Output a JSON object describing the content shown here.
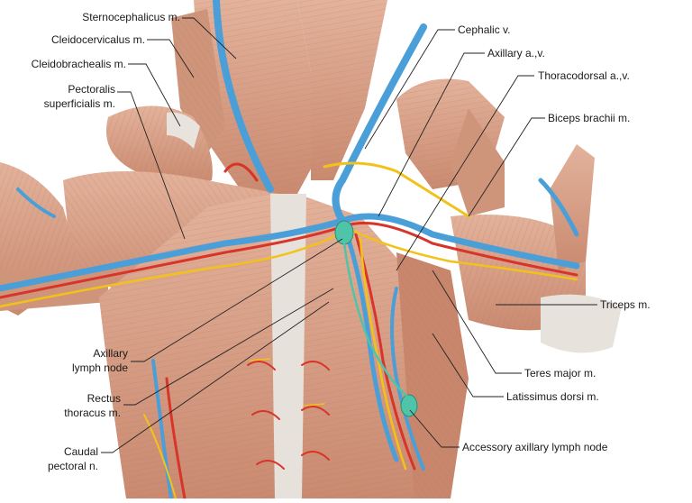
{
  "labels": {
    "sternocephalicus": "Sternocephalicus m.",
    "cleidocervicalus": "Cleidocervicalus m.",
    "cleidobrachealis": "Cleidobrachealis m.",
    "pectoralis_line1": "Pectoralis",
    "pectoralis_line2": "superficialis m.",
    "cephalic": "Cephalic v.",
    "axillary_av": "Axillary a.,v.",
    "thoracodorsal": "Thoracodorsal a.,v.",
    "biceps": "Biceps brachii m.",
    "triceps": "Triceps m.",
    "teres_major": "Teres major m.",
    "latissimus": "Latissimus dorsi m.",
    "accessory_node": "Accessory axillary lymph node",
    "axillary_node_line1": "Axillary",
    "axillary_node_line2": "lymph node",
    "rectus_line1": "Rectus",
    "rectus_line2": "thoracus m.",
    "caudal_line1": "Caudal",
    "caudal_line2": "pectoral n."
  },
  "colors": {
    "muscle": "#d9a48c",
    "muscle_dark": "#b8735c",
    "vein": "#4a9fd8",
    "artery": "#d8342a",
    "nerve": "#f2c21a",
    "lymph": "#4fc4a8",
    "tendon": "#e8e4e0",
    "leader": "#222222"
  }
}
